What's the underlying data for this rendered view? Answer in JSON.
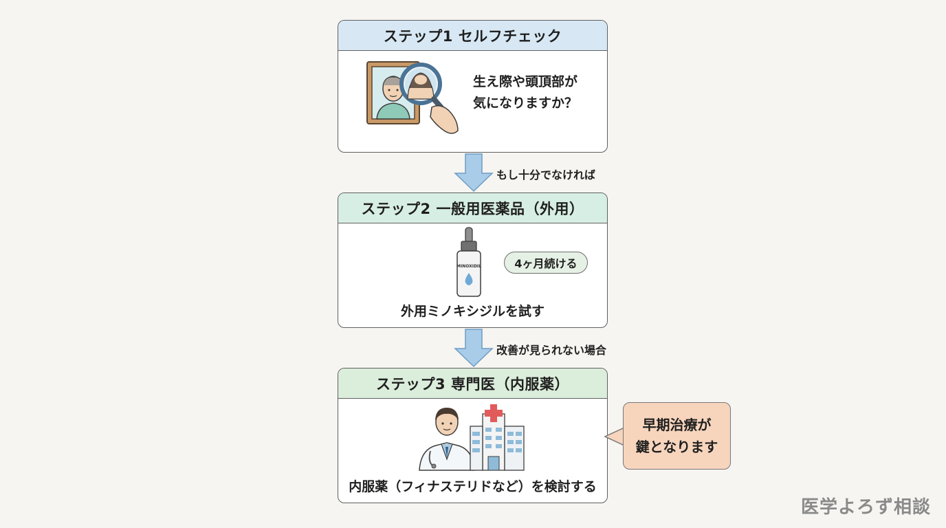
{
  "steps": [
    {
      "header": "ステップ1  セルフチェック",
      "text_line1": "生え際や頭頂部が",
      "text_line2": "気になりますか？"
    },
    {
      "header": "ステップ2  一般用医薬品（外用）",
      "badge": "4ヶ月続ける",
      "bottle_label": "MINOXIDIL",
      "caption": "外用ミノキシジルを試す"
    },
    {
      "header": "ステップ3  専門医（内服薬）",
      "caption": "内服薬（フィナステリドなど）を検討する"
    }
  ],
  "arrows": [
    {
      "label": "もし十分でなければ"
    },
    {
      "label": "改善が見られない場合"
    }
  ],
  "callout": {
    "line1": "早期治療が",
    "line2": "鍵となります"
  },
  "watermark": "医学よろず相談",
  "colors": {
    "background": "#f6f5f1",
    "step1_header": "#d7e8f4",
    "step2_header": "#d7eee4",
    "step3_header": "#dbeddb",
    "arrow": "#a9cde9",
    "callout": "#f7d5bd",
    "badge": "#e6f1e6"
  },
  "icons": [
    "mirror-magnifier-icon",
    "minoxidil-bottle-icon",
    "doctor-icon",
    "hospital-icon"
  ]
}
